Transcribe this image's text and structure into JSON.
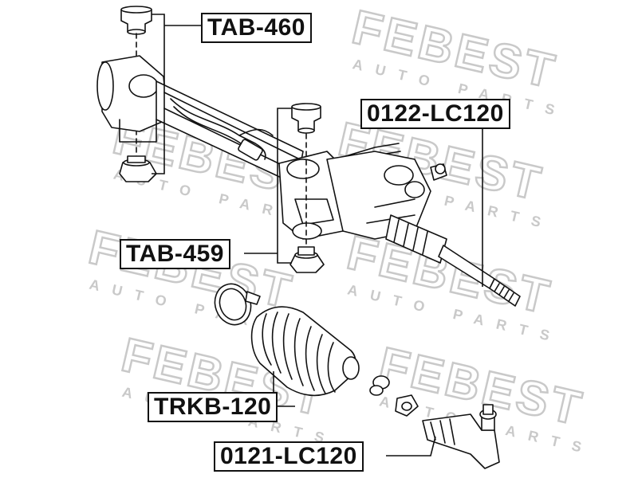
{
  "diagram": {
    "watermark": {
      "brand": "FEBEST",
      "tagline": "AUTO PARTS"
    },
    "parts": [
      {
        "id": "tab460",
        "label": "TAB-460"
      },
      {
        "id": "lc0122",
        "label": "0122-LC120"
      },
      {
        "id": "tab459",
        "label": "TAB-459"
      },
      {
        "id": "trkb120",
        "label": "TRKB-120"
      },
      {
        "id": "lc0121",
        "label": "0121-LC120"
      }
    ]
  },
  "colors": {
    "line": "#111111",
    "watermark": "#c9c9c9",
    "background": "#ffffff"
  }
}
